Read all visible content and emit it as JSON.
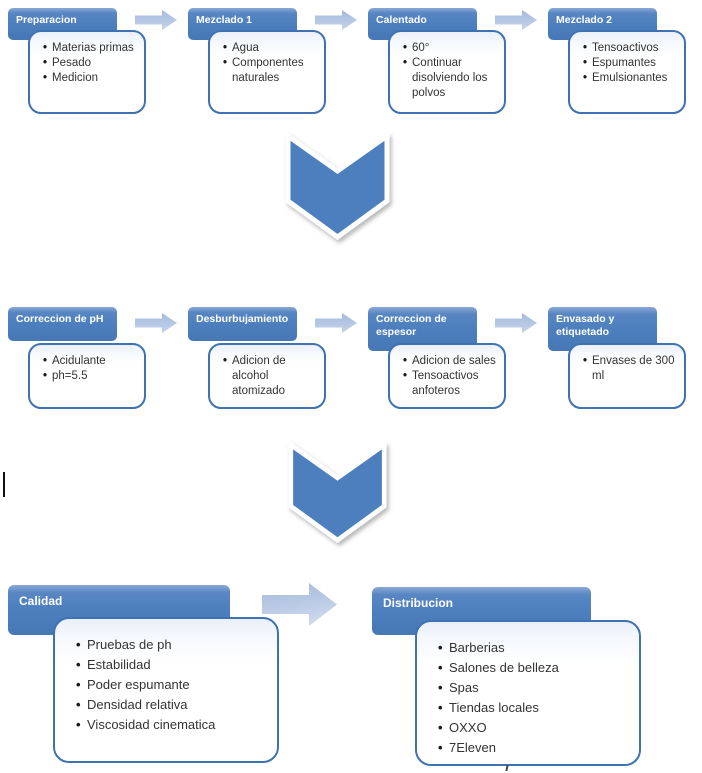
{
  "colors": {
    "accent_blue": "#4d7fbe",
    "box_border_blue": "#3f72b2",
    "connector_arrow_blue": "#b3c6e3",
    "header_text": "#ffffff",
    "bullet_text": "#333333"
  },
  "rows": [
    {
      "steps": [
        {
          "title": "Preparacion",
          "bullets": [
            "Materias primas",
            "Pesado",
            "Medicion"
          ]
        },
        {
          "title": "Mezclado 1",
          "bullets": [
            "Agua",
            "Componentes naturales"
          ]
        },
        {
          "title": "Calentado",
          "bullets": [
            "60°",
            "Continuar disolviendo los polvos"
          ]
        },
        {
          "title": "Mezclado 2",
          "bullets": [
            "Tensoactivos",
            "Espumantes",
            "Emulsionantes"
          ]
        }
      ]
    },
    {
      "steps": [
        {
          "title": "Correccion de pH",
          "bullets": [
            "Acidulante",
            "ph=5.5"
          ]
        },
        {
          "title": "Desburbujamiento",
          "bullets": [
            "Adicion de alcohol atomizado"
          ]
        },
        {
          "title": "Correccion de espesor",
          "bullets": [
            "Adicion de sales",
            "Tensoactivos anfoteros"
          ]
        },
        {
          "title": "Envasado y etiquetado",
          "bullets": [
            "Envases de 300 ml"
          ]
        }
      ]
    },
    {
      "steps": [
        {
          "title": "Calidad",
          "bullets": [
            "Pruebas de ph",
            "Estabilidad",
            "Poder espumante",
            "Densidad relativa",
            "Viscosidad cinematica"
          ]
        },
        {
          "title": "Distribucion",
          "bullets": [
            "Barberias",
            "Salones de belleza",
            "Spas",
            "Tiendas locales",
            "OXXO",
            "7Eleven"
          ]
        }
      ]
    }
  ],
  "icons": {
    "flow_arrow": "arrow-right",
    "section_divider": "chevron-down",
    "cursor": "text-caret"
  }
}
